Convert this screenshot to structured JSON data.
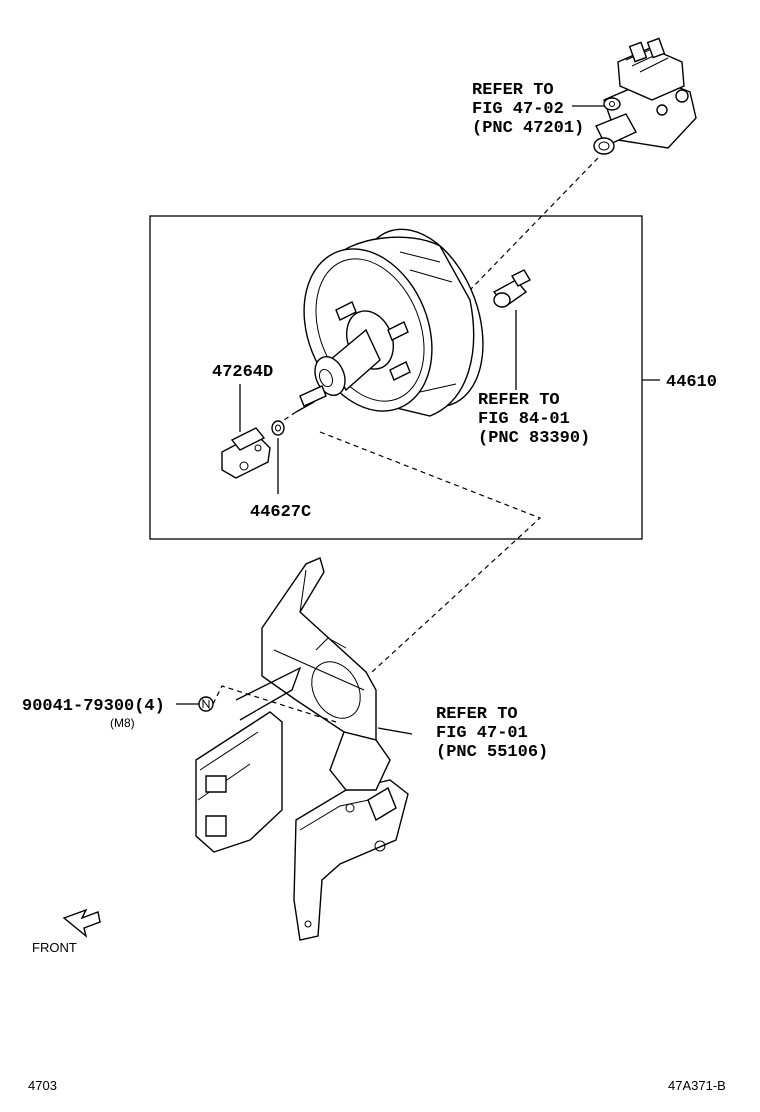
{
  "callouts": {
    "refer_master_cylinder": [
      "REFER TO",
      "FIG 47-02",
      "(PNC 47201)"
    ],
    "refer_check_valve": [
      "REFER TO",
      "FIG 84-01",
      "(PNC 83390)"
    ],
    "refer_pedal_bracket": [
      "REFER TO",
      "FIG 47-01",
      "(PNC 55106)"
    ]
  },
  "parts": {
    "clevis": "47264D",
    "nut": "44627C",
    "booster_assy": "44610",
    "bolt": "90041-79300(4)",
    "bolt_size": "(M8)"
  },
  "orientation": {
    "label": "FRONT"
  },
  "footer": {
    "page_code": "4703",
    "figure_code": "47A371-B"
  }
}
